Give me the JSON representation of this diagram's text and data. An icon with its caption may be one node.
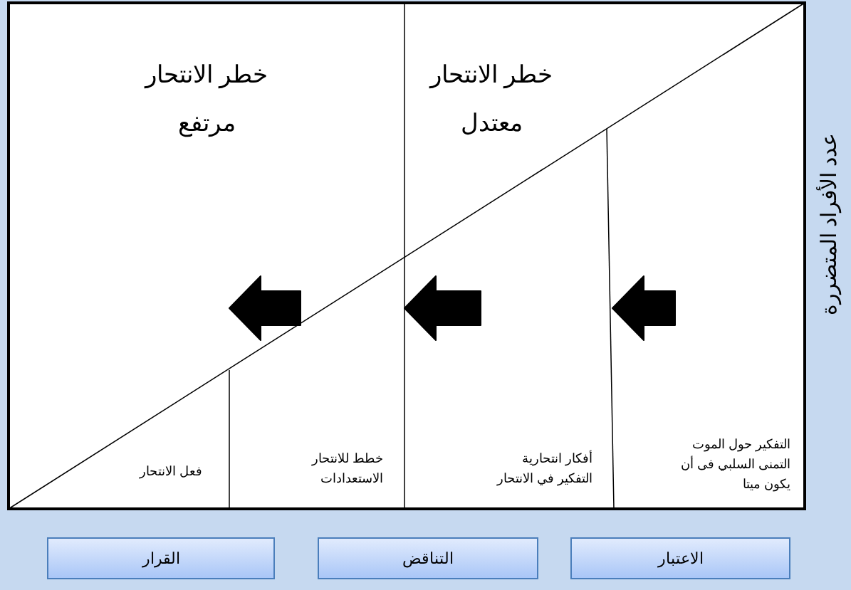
{
  "diagram": {
    "nodes": [
      {
        "text": [
          "خطر الانتحار مرتفع"
        ]
      },
      {
        "text": [
          "خطر الانتحار معتدل"
        ]
      },
      {
        "text": [
          "فعل الانتحار"
        ]
      },
      {
        "text": [
          "خطط للانتحار الاستعدادات"
        ]
      },
      {
        "text": [
          "أفكار انتحارية التفكير في الانتحار"
        ]
      },
      {
        "text": [
          "التفكير حول الموت التمنى السلبي فى أن يكون ميتا"
        ]
      },
      {
        "text": [
          "القرار"
        ]
      },
      {
        "text": [
          "التناقض"
        ]
      },
      {
        "text": [
          "الاعتبار"
        ]
      }
    ],
    "labels": [
      "عدد الأفراد المتضررة"
    ]
  }
}
